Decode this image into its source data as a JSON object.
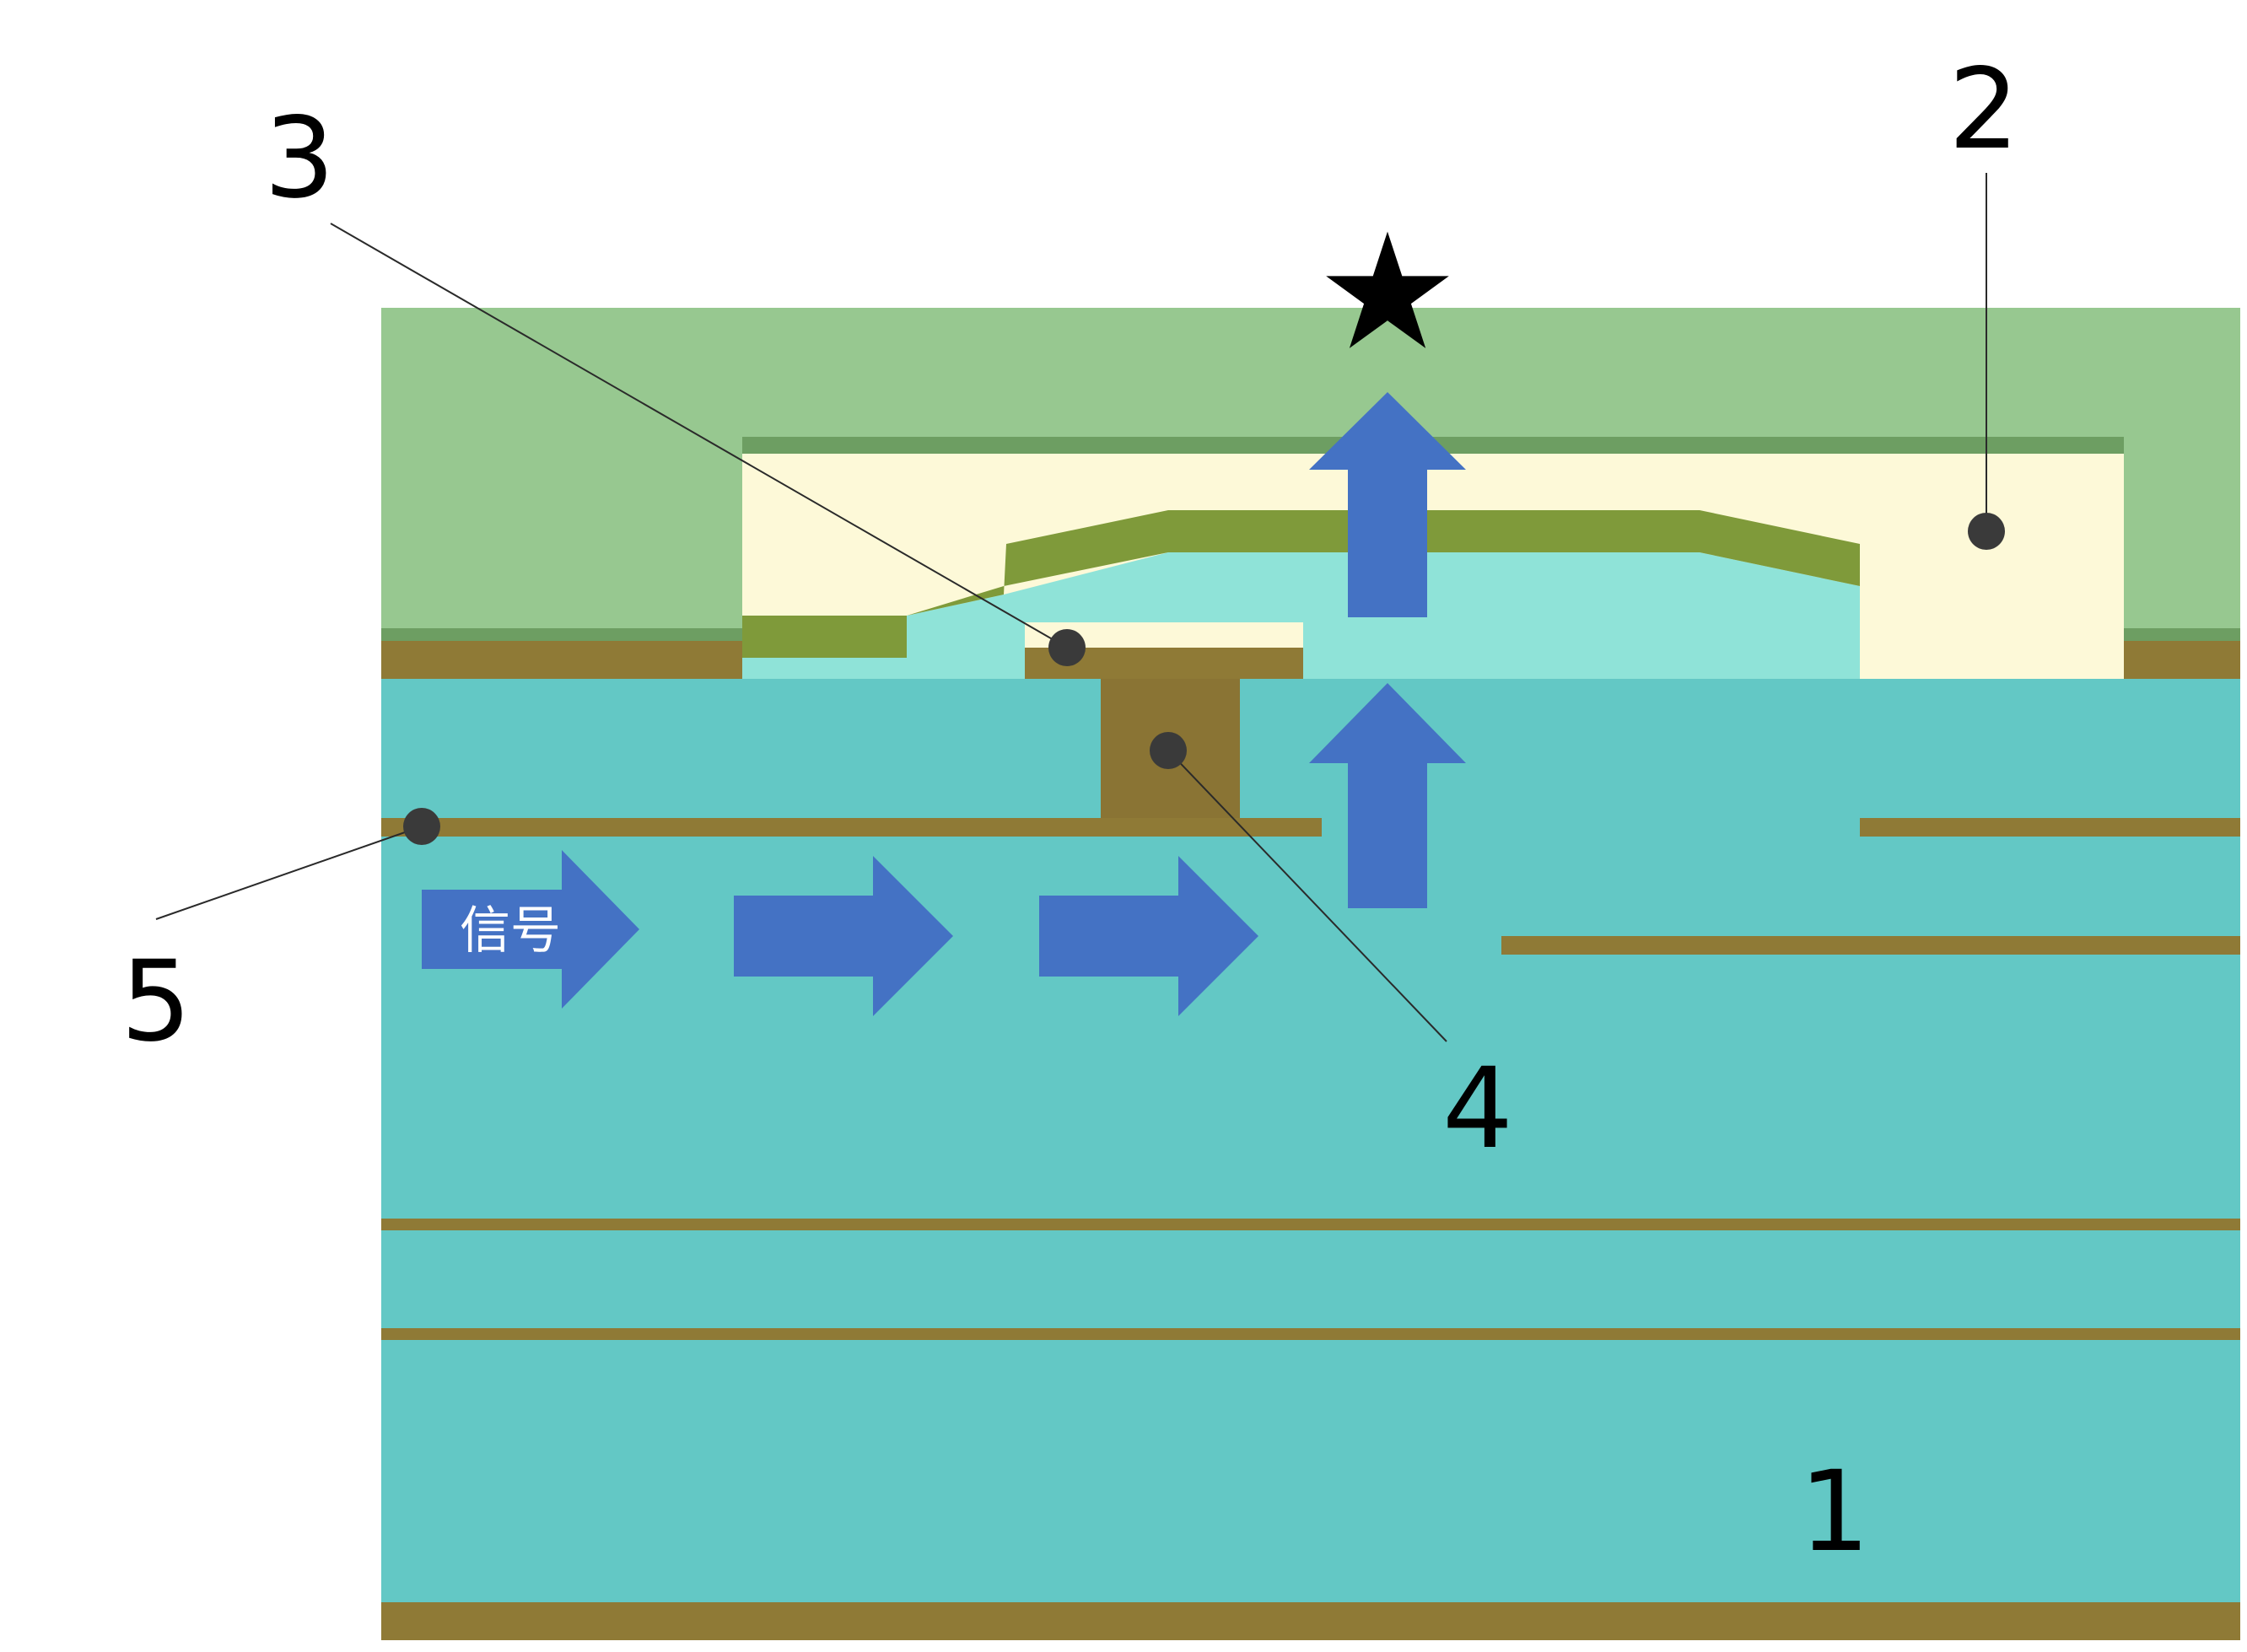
{
  "colors": {
    "substrate": "#63c8c5",
    "copper": "#8f7a36",
    "solder_mask": "#97c890",
    "mask_edge": "#6d9e62",
    "cavity": "#fdf9d8",
    "cavity_wall": "#7f9a3a",
    "cavity_fill": "#8fe3d8",
    "arrow": "#4472c4",
    "via": "#8a7434"
  },
  "callouts": {
    "label_1": "1",
    "label_2": "2",
    "label_3": "3",
    "label_4": "4",
    "label_5": "5"
  },
  "arrows": {
    "signal_label": "信号",
    "output_marker": "★"
  }
}
